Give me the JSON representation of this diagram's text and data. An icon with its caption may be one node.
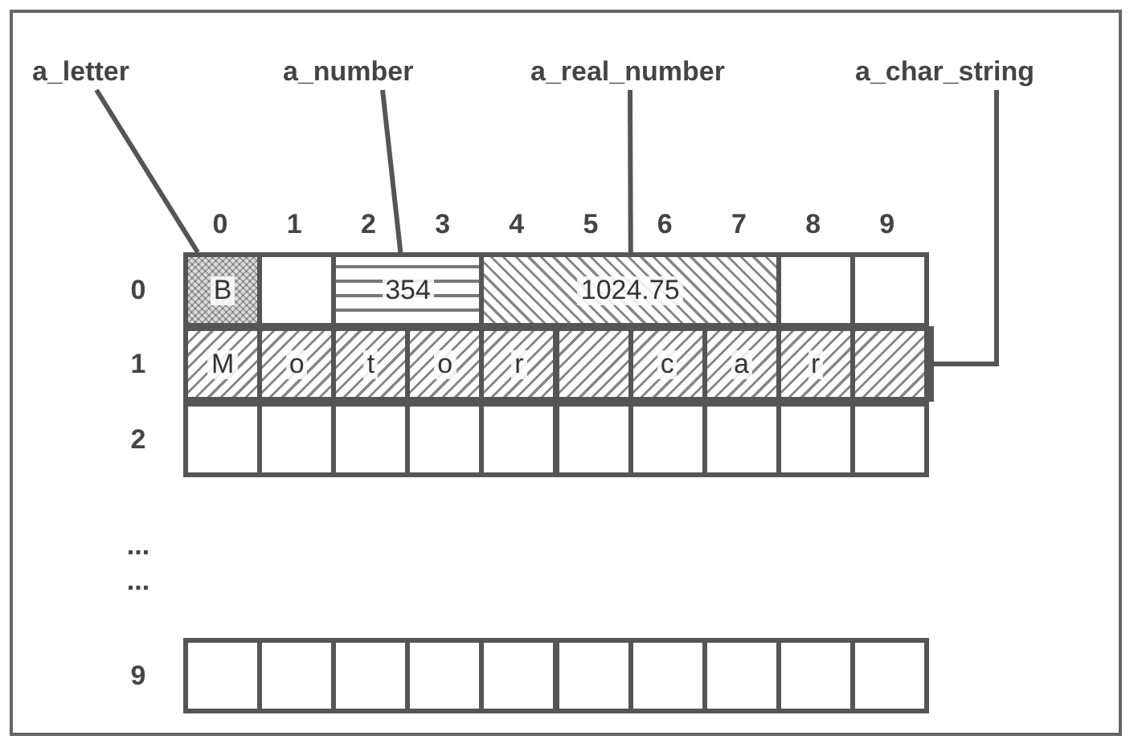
{
  "diagram": {
    "nodes": [
      {
        "text": [
          "a_letter"
        ]
      },
      {
        "text": [
          "a_number"
        ]
      },
      {
        "text": [
          "a_real_number"
        ]
      },
      {
        "text": [
          "a_char_string"
        ]
      },
      {
        "text": [
          "B"
        ]
      },
      {
        "text": [],
        "shape": "box"
      },
      {
        "text": [
          "354"
        ]
      },
      {
        "text": [
          "1024.75"
        ]
      },
      {
        "text": [],
        "shape": "box"
      },
      {
        "text": [],
        "shape": "box"
      },
      {
        "text": [],
        "shape": "bar"
      },
      {
        "text": [
          "M"
        ],
        "in": 10
      },
      {
        "text": [
          "o"
        ],
        "in": 10
      },
      {
        "text": [
          "t"
        ],
        "in": 10
      },
      {
        "text": [
          "o"
        ],
        "in": 10
      },
      {
        "text": [
          "r"
        ],
        "in": 10
      },
      {
        "text": [],
        "shape": "box",
        "in": 10
      },
      {
        "text": [
          "c"
        ],
        "in": 10
      },
      {
        "text": [
          "a"
        ],
        "in": 10
      },
      {
        "text": [
          "r"
        ],
        "in": 10
      },
      {
        "text": [],
        "shape": "box",
        "in": 10
      },
      {
        "text": [],
        "shape": "box"
      },
      {
        "text": [],
        "shape": "box"
      },
      {
        "text": [],
        "shape": "box"
      },
      {
        "text": [],
        "shape": "box"
      },
      {
        "text": [],
        "shape": "box"
      },
      {
        "text": [],
        "shape": "box"
      },
      {
        "text": [],
        "shape": "box"
      },
      {
        "text": [],
        "shape": "box"
      },
      {
        "text": [],
        "shape": "box"
      },
      {
        "text": [],
        "shape": "box"
      },
      {
        "text": [],
        "shape": "box"
      },
      {
        "text": [],
        "shape": "box"
      },
      {
        "text": [],
        "shape": "box"
      },
      {
        "text": [],
        "shape": "box"
      },
      {
        "text": [],
        "shape": "box"
      },
      {
        "text": [],
        "shape": "box"
      },
      {
        "text": [],
        "shape": "box"
      },
      {
        "text": [],
        "shape": "box"
      },
      {
        "text": [],
        "shape": "box"
      },
      {
        "text": [],
        "shape": "box"
      }
    ],
    "edges": [
      {
        "from": 0,
        "to": 4,
        "arrow": "none"
      },
      {
        "from": 1,
        "to": 6,
        "arrow": "none"
      },
      {
        "from": 2,
        "to": 7,
        "arrow": "none"
      },
      {
        "from": 3,
        "to": 10,
        "arrow": "none"
      }
    ],
    "labels": [
      "0",
      "1",
      "2",
      "3",
      "4",
      "5",
      "6",
      "7",
      "8",
      "9",
      "0",
      "1",
      "2",
      "...",
      "...",
      "9"
    ]
  }
}
